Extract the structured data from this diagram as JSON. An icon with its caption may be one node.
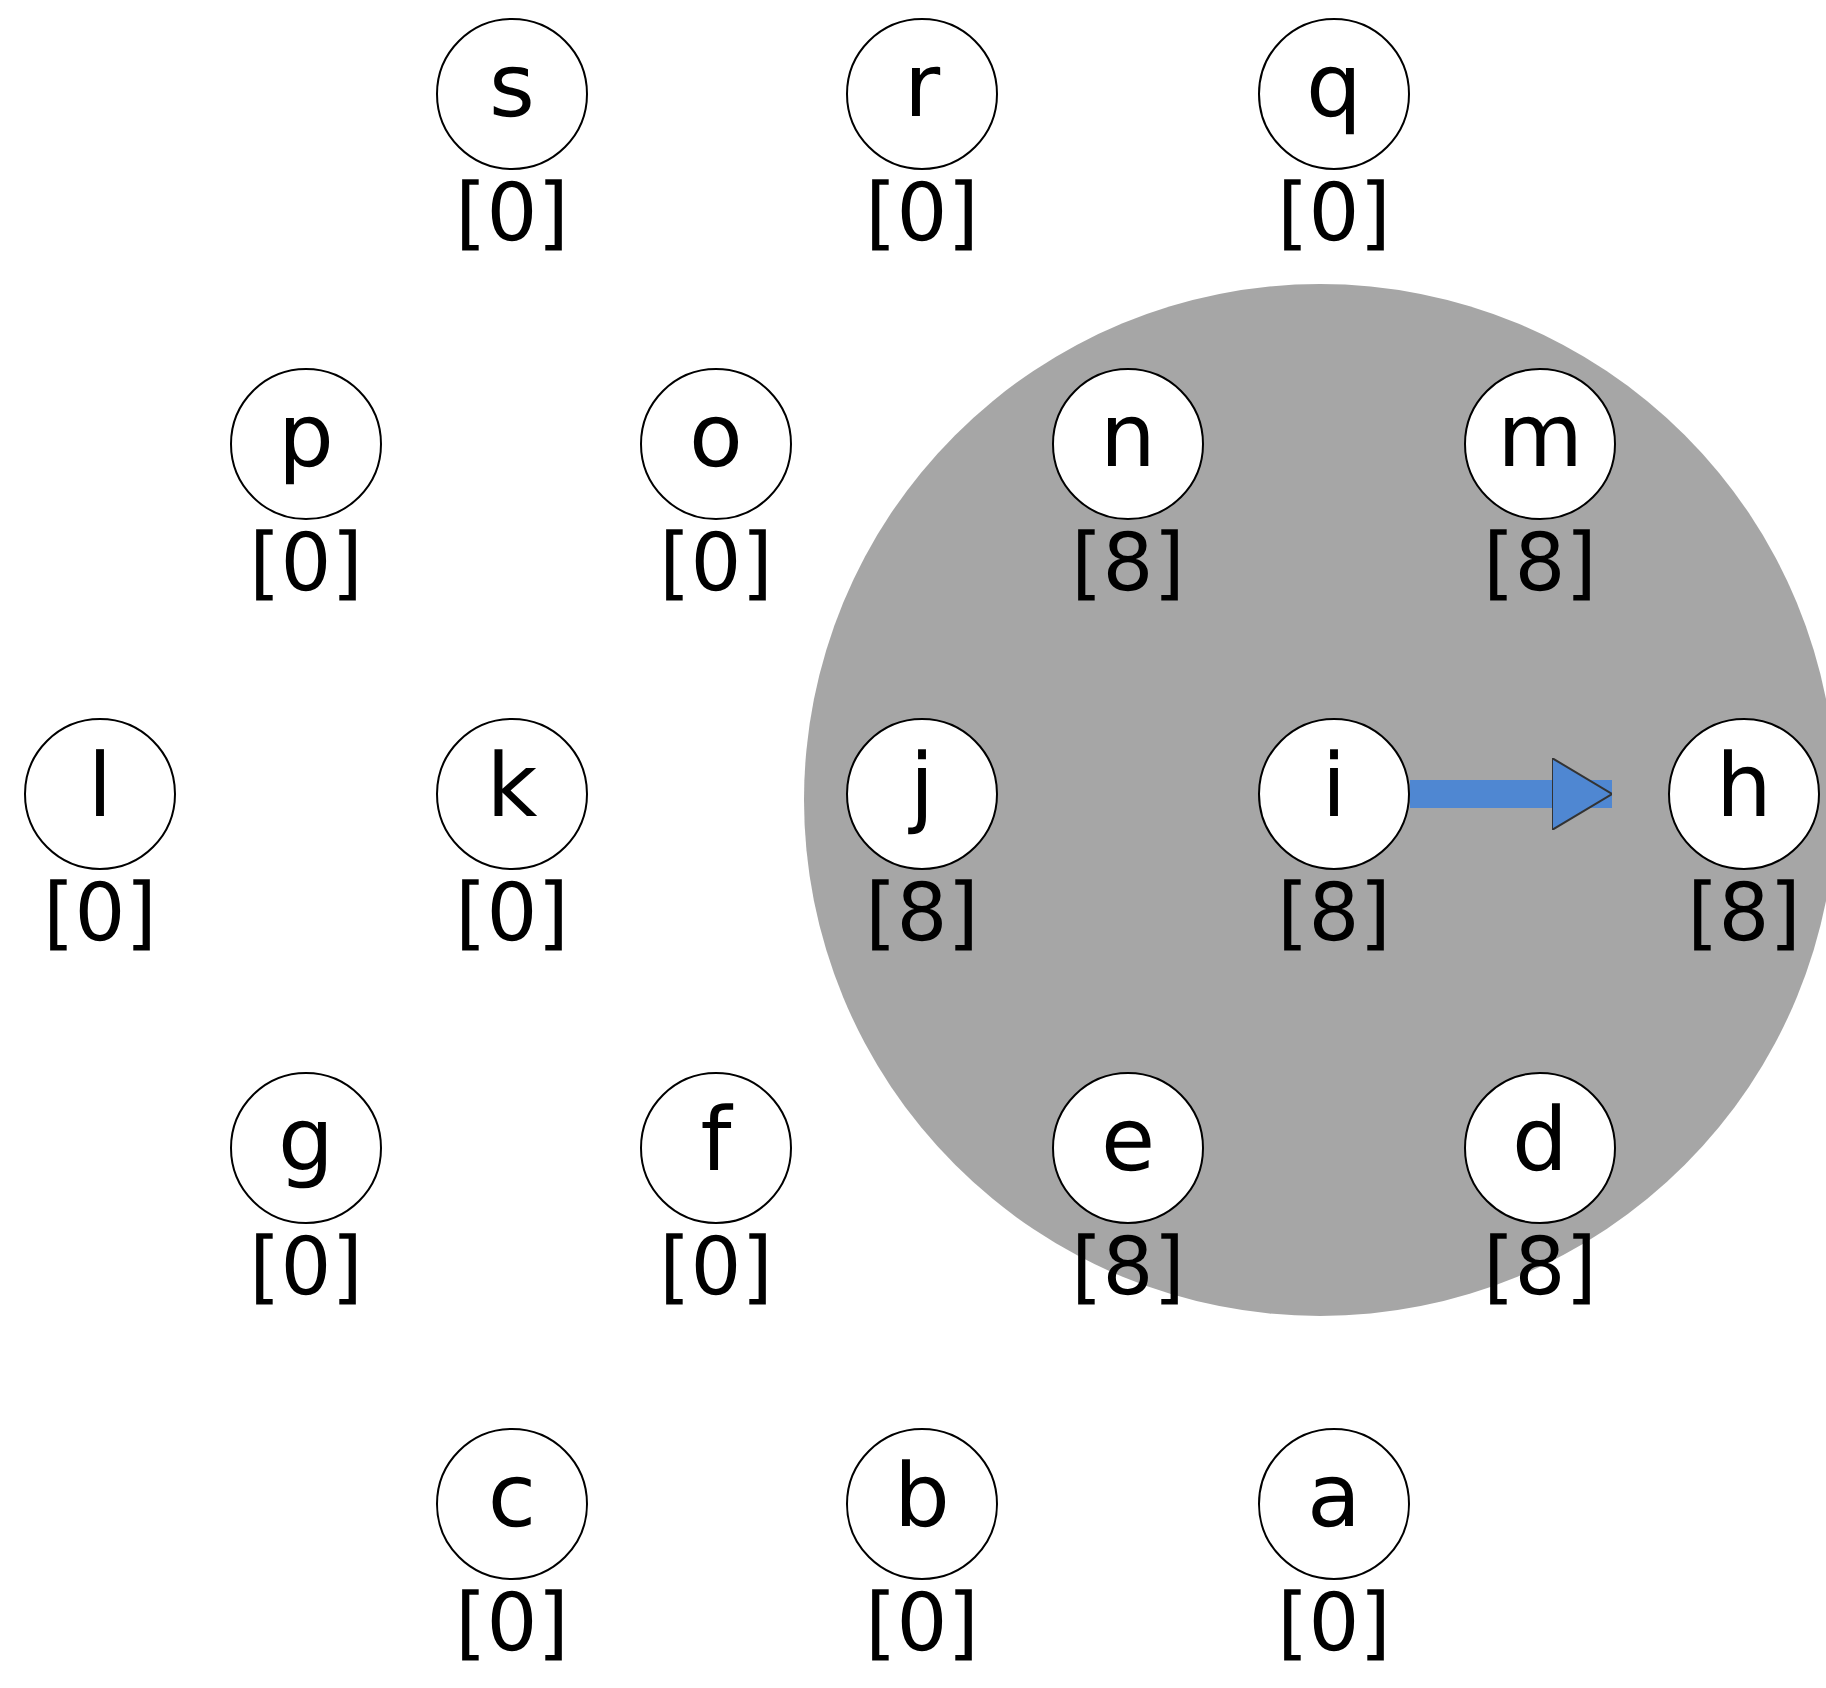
{
  "diagram": {
    "nodes": [
      {
        "text": [],
        "shape": "circle"
      },
      {
        "text": [
          "s"
        ],
        "beside": [
          "[0]"
        ]
      },
      {
        "text": [
          "r"
        ],
        "beside": [
          "[0]"
        ]
      },
      {
        "text": [
          "q"
        ],
        "beside": [
          "[0]"
        ]
      },
      {
        "text": [
          "p"
        ],
        "beside": [
          "[0]"
        ]
      },
      {
        "text": [
          "o"
        ],
        "beside": [
          "[0]"
        ]
      },
      {
        "text": [
          "n"
        ],
        "beside": [
          "[8]"
        ],
        "in": 0
      },
      {
        "text": [
          "m"
        ],
        "beside": [
          "[8]"
        ],
        "in": 0
      },
      {
        "text": [
          "l"
        ],
        "beside": [
          "[0]"
        ]
      },
      {
        "text": [
          "k"
        ],
        "beside": [
          "[0]"
        ]
      },
      {
        "text": [
          "j"
        ],
        "beside": [
          "[8]"
        ],
        "in": 0
      },
      {
        "text": [
          "i"
        ],
        "beside": [
          "[8]"
        ],
        "in": 0
      },
      {
        "text": [
          "h"
        ],
        "beside": [
          "[8]"
        ],
        "in": 0
      },
      {
        "text": [
          "g"
        ],
        "beside": [
          "[0]"
        ]
      },
      {
        "text": [
          "f"
        ],
        "beside": [
          "[0]"
        ]
      },
      {
        "text": [
          "e"
        ],
        "beside": [
          "[8]"
        ],
        "in": 0
      },
      {
        "text": [
          "d"
        ],
        "beside": [
          "[8]"
        ],
        "in": 0
      },
      {
        "text": [
          "c"
        ],
        "beside": [
          "[0]"
        ]
      },
      {
        "text": [
          "b"
        ],
        "beside": [
          "[0]"
        ]
      },
      {
        "text": [
          "a"
        ],
        "beside": [
          "[0]"
        ]
      }
    ],
    "edges": [
      {
        "from": 11,
        "to": 12,
        "arrow": "to",
        "color": "#4f87d2"
      }
    ]
  }
}
